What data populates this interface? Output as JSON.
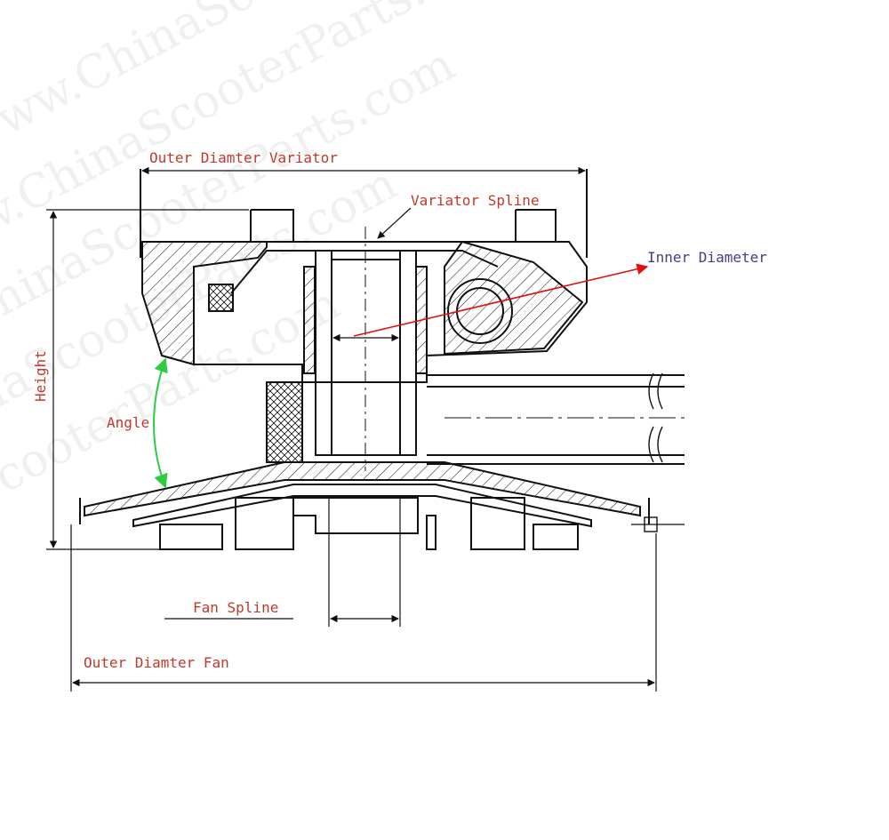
{
  "labels": {
    "outer_diameter_variator": "Outer Diamter Variator",
    "variator_spline": "Variator Spline",
    "inner_diameter": "Inner Diameter",
    "height": "Height",
    "angle": "Angle",
    "fan_spline": "Fan Spline",
    "outer_diameter_fan": "Outer Diamter Fan"
  },
  "watermark": "www.ChinaScooterParts.com",
  "colors": {
    "line": "#111111",
    "label_red": "#c0392b",
    "label_purple": "#4b3a8a",
    "angle_arrow": "#2ecc40",
    "inner_arrow": "#e01010"
  }
}
